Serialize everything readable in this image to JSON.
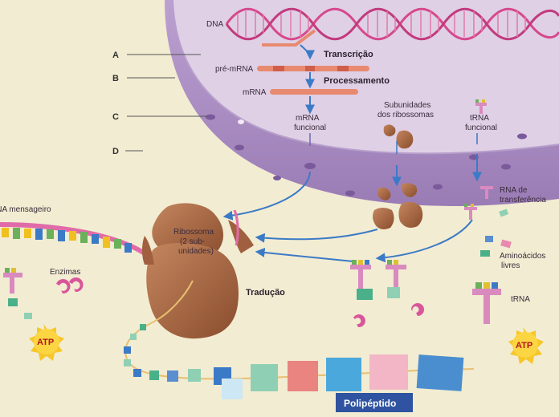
{
  "letters": {
    "a": "A",
    "b": "B",
    "c": "C",
    "d": "D"
  },
  "nucleus": {
    "dna": "DNA",
    "transcricao": "Transcrição",
    "pre_mrna": "pré-mRNA",
    "processamento": "Processamento",
    "mrna": "mRNA",
    "mrna_funcional_1": "mRNA",
    "mrna_funcional_2": "funcional",
    "subunidades_1": "Subunidades",
    "subunidades_2": "dos ribossomas",
    "trna_funcional_1": "tRNA",
    "trna_funcional_2": "funcional"
  },
  "cytoplasm": {
    "rna_mensageiro": "RNA mensageiro",
    "ribossoma_1": "Ribossoma",
    "ribossoma_2": "(2 sub-",
    "ribossoma_3": "unidades)",
    "rna_transf_1": "RNA de",
    "rna_transf_2": "transferência",
    "aminoacidos_1": "Aminoácidos",
    "aminoacidos_2": "livres",
    "enzimas": "Enzimas",
    "traducao": "Tradução",
    "trna": "tRNA",
    "atp_left": "ATP",
    "atp_right": "ATP",
    "polipeptido": "Polipéptido"
  },
  "colors": {
    "background": "#f2ecd2",
    "nucleus_fill": "#d7c6df",
    "nucleus_envelope": "#a88cc0",
    "dna_strand": "#d6488c",
    "mrna": "#e88a70",
    "arrow": "#3b7ac6",
    "ribosome": "#a5653f",
    "atp": "#f7c629",
    "polipeptido_box": "#2f53a0"
  }
}
